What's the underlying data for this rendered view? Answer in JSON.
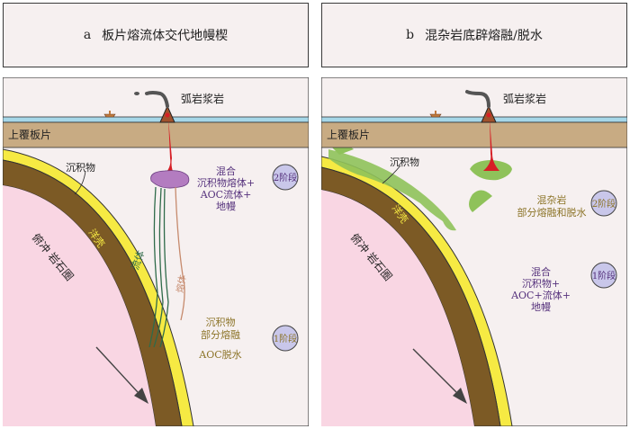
{
  "panel_a": {
    "letter": "a",
    "title": "板片熔流体交代地幔楔",
    "arc_magma": "弧岩浆岩",
    "overriding_plate": "上覆板片",
    "sediment": "沉积物",
    "basalt": "洋壳",
    "slab": "俯冲 岩石圈",
    "fluid": "流体",
    "melt": "熔体",
    "stage2": "2阶段",
    "stage1": "1阶段",
    "mix_lines": [
      "混合",
      "沉积物熔体+",
      "AOC流体+",
      "地幔"
    ],
    "partial_lines": [
      "沉积物",
      "部分熔融"
    ],
    "aoc": "AOC脱水"
  },
  "panel_b": {
    "letter": "b",
    "title": "混杂岩底辟熔融/脱水",
    "arc_magma": "弧岩浆岩",
    "overriding_plate": "上覆板片",
    "sediment": "沉积物",
    "basalt": "洋壳",
    "slab": "俯冲 岩石圈",
    "stage2": "2阶段",
    "stage1": "1阶段",
    "melange_lines": [
      "混杂岩",
      "部分熔融和脱水"
    ],
    "mix_lines": [
      "混合",
      "沉积物+",
      "AOC+流体+",
      "地幔"
    ]
  },
  "colors": {
    "panel_bg": "#f6f0f0",
    "ocean": "#a6d7e8",
    "plate": "#c8ab83",
    "slab_crust": "#7c5a25",
    "slab_core": "#f9d6e3",
    "sediment": "#f6ea43",
    "magma_red": "#d61f26",
    "melt_zone_purple": "#b37cc0",
    "melange_green": "#8fc25a",
    "stage_circle": "#c9c7ea",
    "text_purple": "#55317c",
    "text_olive": "#8c7428"
  }
}
